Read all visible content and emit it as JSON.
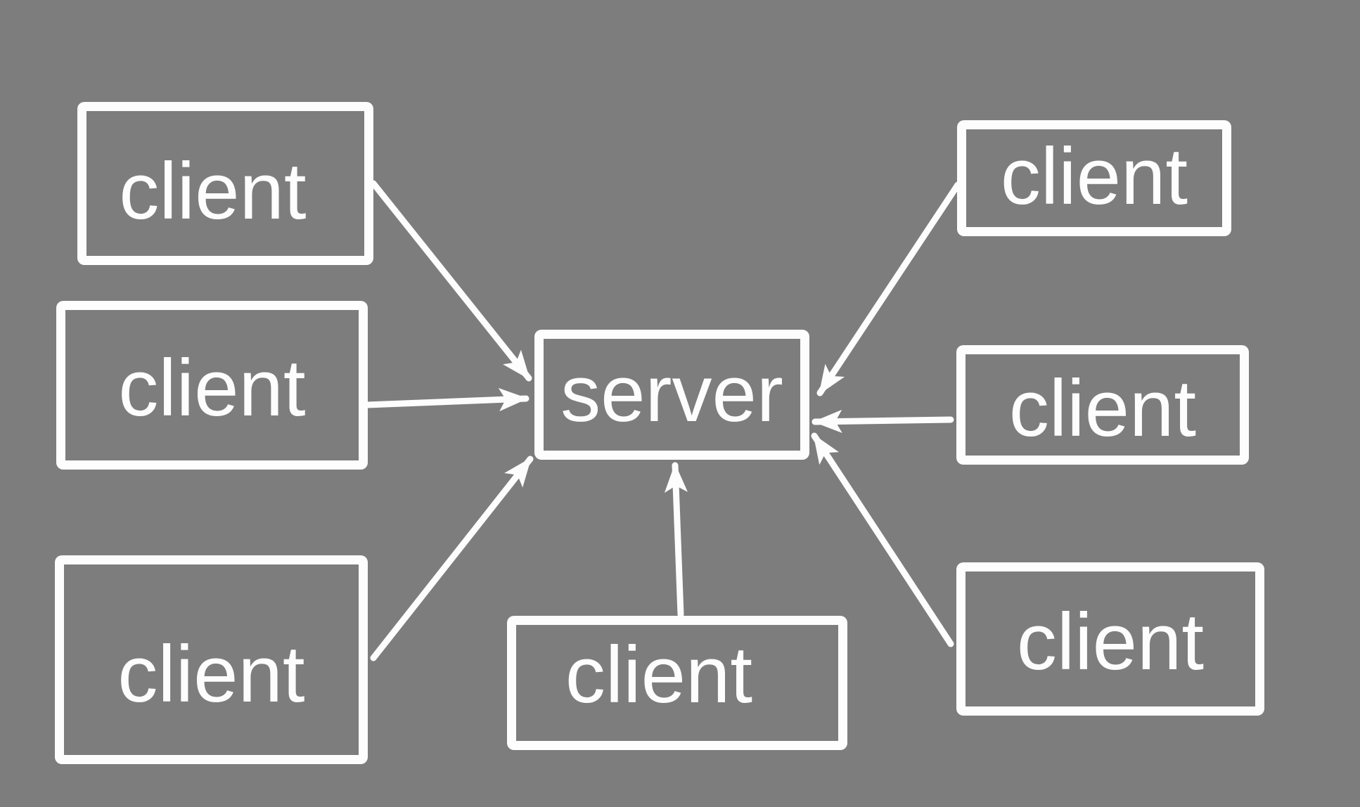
{
  "diagram": {
    "type": "client-server-topology",
    "background_color": "#7d7d7d",
    "stroke_color": "#fdfdfd",
    "server": {
      "label": "server"
    },
    "clients": [
      {
        "id": "top-left",
        "label": "client"
      },
      {
        "id": "mid-left",
        "label": "client"
      },
      {
        "id": "bottom-left",
        "label": "client"
      },
      {
        "id": "bottom-middle",
        "label": "client"
      },
      {
        "id": "top-right",
        "label": "client"
      },
      {
        "id": "mid-right",
        "label": "client"
      },
      {
        "id": "bottom-right",
        "label": "client"
      }
    ],
    "arrows": [
      {
        "from": "client-top-left",
        "to": "server"
      },
      {
        "from": "client-mid-left",
        "to": "server"
      },
      {
        "from": "client-bottom-left",
        "to": "server"
      },
      {
        "from": "client-bottom-middle",
        "to": "server"
      },
      {
        "from": "client-bottom-right",
        "to": "server"
      },
      {
        "from": "client-mid-right",
        "to": "server"
      },
      {
        "from": "client-top-right",
        "to": "server"
      }
    ]
  }
}
